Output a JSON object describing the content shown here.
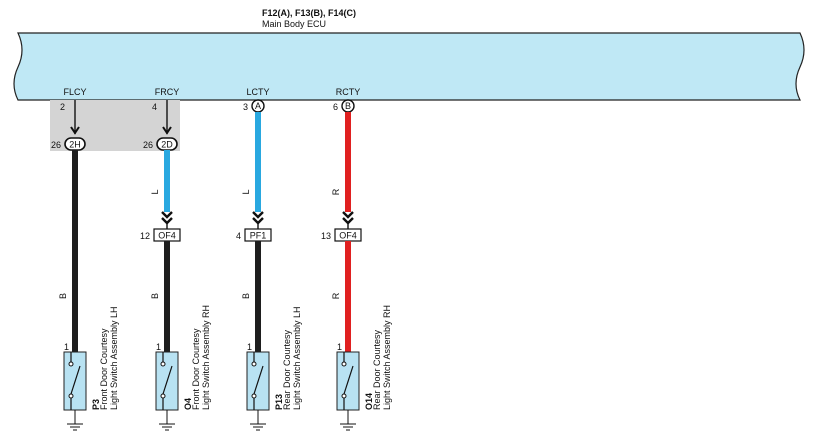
{
  "ecu": {
    "connectors": "F12(A), F13(B), F14(C)",
    "name": "Main Body ECU"
  },
  "circuits": [
    {
      "signal": "FLCY",
      "ecu_pin": "2",
      "ecu_conn": "",
      "junction": {
        "pin": "26",
        "label": "2H"
      },
      "wire_top": {
        "label": "",
        "color": "#1e1e1e"
      },
      "wire_bottom": {
        "label": "B",
        "color": "#1e1e1e"
      },
      "inline_conn": null,
      "switch": {
        "pin": "1",
        "code": "P3",
        "name1": "Front Door Courtesy",
        "name2": "Light Switch Assembly LH"
      }
    },
    {
      "signal": "FRCY",
      "ecu_pin": "4",
      "ecu_conn": "",
      "junction": {
        "pin": "26",
        "label": "2D"
      },
      "wire_top": {
        "label": "L",
        "color": "#29a8e0"
      },
      "wire_bottom": {
        "label": "B",
        "color": "#1e1e1e"
      },
      "inline_conn": {
        "pin": "12",
        "label": "OF4"
      },
      "switch": {
        "pin": "1",
        "code": "O4",
        "name1": "Front Door Courtesy",
        "name2": "Light Switch Assembly RH"
      }
    },
    {
      "signal": "LCTY",
      "ecu_pin": "3",
      "ecu_conn": "A",
      "junction": null,
      "wire_top": {
        "label": "L",
        "color": "#29a8e0"
      },
      "wire_bottom": {
        "label": "B",
        "color": "#1e1e1e"
      },
      "inline_conn": {
        "pin": "4",
        "label": "PF1"
      },
      "switch": {
        "pin": "1",
        "code": "P13",
        "name1": "Rear Door Courtesy",
        "name2": "Light Switch Assembly LH"
      }
    },
    {
      "signal": "RCTY",
      "ecu_pin": "6",
      "ecu_conn": "B",
      "junction": null,
      "wire_top": {
        "label": "R",
        "color": "#e02020"
      },
      "wire_bottom": {
        "label": "R",
        "color": "#e02020"
      },
      "inline_conn": {
        "pin": "13",
        "label": "OF4"
      },
      "switch": {
        "pin": "1",
        "code": "O14",
        "name1": "Rear Door Courtesy",
        "name2": "Light Switch Assembly RH"
      }
    }
  ],
  "colors": {
    "ecu_fill": "#bfe8f5",
    "junction_block": "#d4d4d4",
    "switch_fill": "#b8e2f2"
  }
}
